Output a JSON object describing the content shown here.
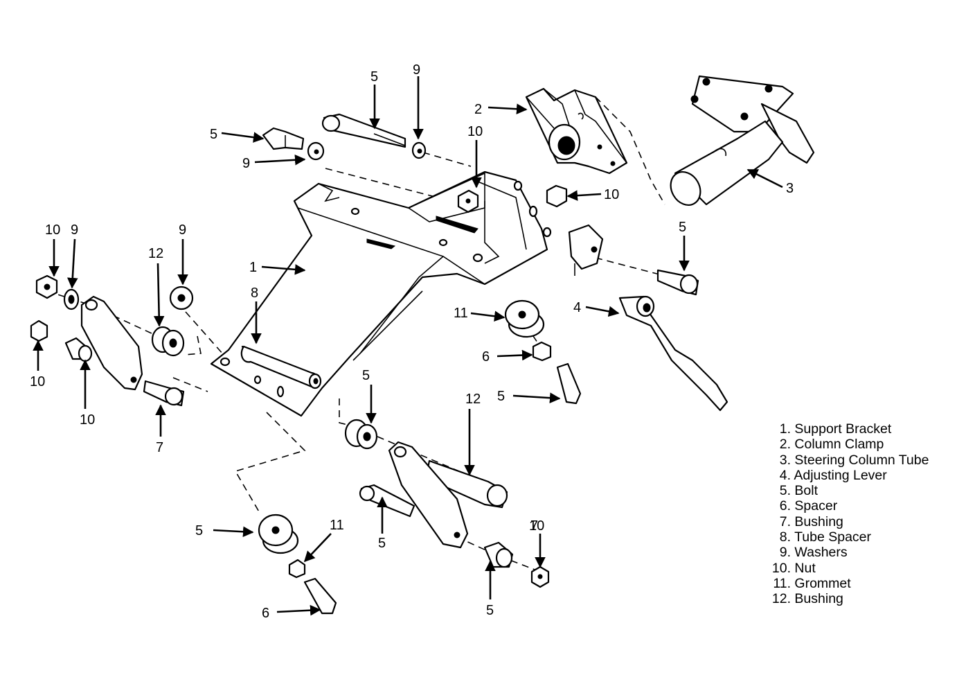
{
  "legend": [
    {
      "num": "1.",
      "label": "Support Bracket"
    },
    {
      "num": "2.",
      "label": "Column Clamp"
    },
    {
      "num": "3.",
      "label": "Steering Column Tube"
    },
    {
      "num": "4.",
      "label": "Adjusting Lever"
    },
    {
      "num": "5.",
      "label": "Bolt"
    },
    {
      "num": "6.",
      "label": "Spacer"
    },
    {
      "num": "7.",
      "label": "Bushing"
    },
    {
      "num": "8.",
      "label": "Tube Spacer"
    },
    {
      "num": "9.",
      "label": "Washers"
    },
    {
      "num": "10.",
      "label": "Nut"
    },
    {
      "num": "11.",
      "label": "Grommet"
    },
    {
      "num": "12.",
      "label": "Bushing"
    }
  ],
  "callouts": [
    "5",
    "9",
    "2",
    "5",
    "9",
    "10",
    "10",
    "3",
    "5",
    "10",
    "9",
    "9",
    "12",
    "1",
    "8",
    "10",
    "11",
    "4",
    "6",
    "5",
    "10",
    "7",
    "5",
    "12",
    "5",
    "11",
    "6",
    "5",
    "5",
    "7",
    "10"
  ]
}
